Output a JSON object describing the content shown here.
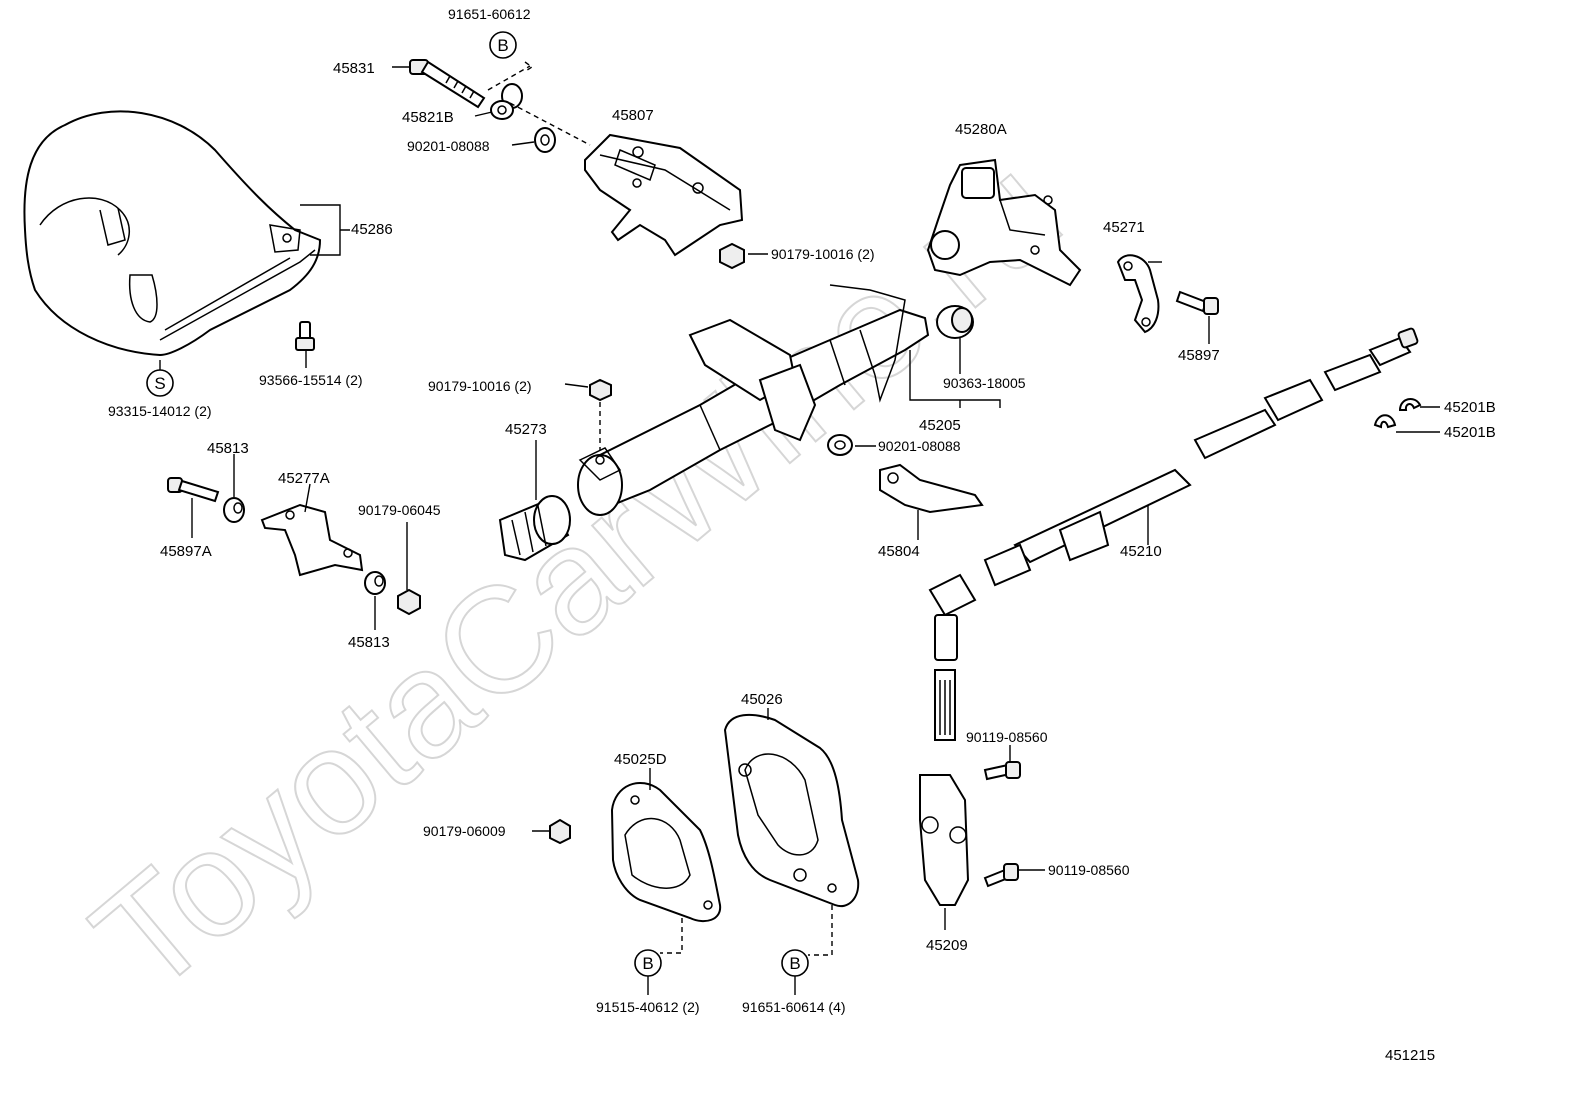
{
  "watermark": "ToyotaCarWine.ru",
  "diagram_code": "451215",
  "labels": {
    "p91651_60612": "91651-60612",
    "p45831": "45831",
    "p45821b": "45821B",
    "p90201_08088_top": "90201-08088",
    "p45807": "45807",
    "p45286": "45286",
    "p90179_10016_a": "90179-10016 (2)",
    "p45280a": "45280A",
    "p45271": "45271",
    "p45897": "45897",
    "p93566_15514": "93566-15514 (2)",
    "p93315_14012": "93315-14012 (2)",
    "p90179_10016_b": "90179-10016 (2)",
    "p90363_18005": "90363-18005",
    "p45205": "45205",
    "p45201b_1": "45201B",
    "p45201b_2": "45201B",
    "p45813_top": "45813",
    "p45273": "45273",
    "p90201_08088_mid": "90201-08088",
    "p45277a": "45277A",
    "p90179_06045": "90179-06045",
    "p45897a": "45897A",
    "p45804": "45804",
    "p45210": "45210",
    "p45813_bot": "45813",
    "p45026": "45026",
    "p45025d": "45025D",
    "p90119_08560_a": "90119-08560",
    "p90179_06009": "90179-06009",
    "p90119_08560_b": "90119-08560",
    "p45209": "45209",
    "p91515_40612": "91515-40612 (2)",
    "p91651_60614": "91651-60614 (4)"
  },
  "markers": {
    "b_top": "B",
    "s": "S",
    "b_bot_left": "B",
    "b_bot_right": "B"
  }
}
